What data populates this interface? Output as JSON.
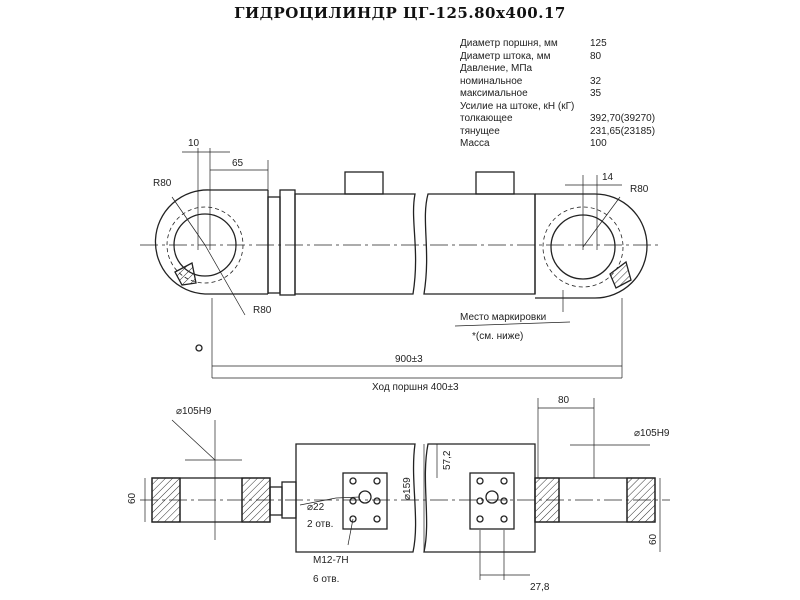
{
  "title": "ГИДРОЦИЛИНДР  ЦГ-125.80х400.17",
  "specs": [
    {
      "label": "Диаметр поршня, мм",
      "value": "125"
    },
    {
      "label": "Диаметр штока, мм",
      "value": "80"
    },
    {
      "label": "Давление, МПа",
      "value": ""
    },
    {
      "label": "номинальное",
      "value": "32"
    },
    {
      "label": "максимальное",
      "value": "35"
    },
    {
      "label": "Усилие на штоке, кН (кГ)",
      "value": ""
    },
    {
      "label": "толкающее",
      "value": "392,70(39270)"
    },
    {
      "label": "тянущее",
      "value": "231,65(23185)"
    },
    {
      "label": "Масса",
      "value": "100"
    }
  ],
  "dims": {
    "d10": "10",
    "d65": "65",
    "r80_left": "R80",
    "r80_left_bottom": "R80",
    "d14": "14",
    "r80_right": "R80",
    "marking": "Место маркировки",
    "marking_note": "*(см. ниже)",
    "length": "900±3",
    "stroke": "Ход поршня 400±3",
    "bore_left": "⌀105Н9",
    "bore_right": "⌀105Н9",
    "d80": "80",
    "d60_left": "60",
    "d60_right": "60",
    "d159": "⌀159",
    "d57": "57,2",
    "d22": "⌀22",
    "holes2": "2 отв.",
    "thread": "М12-7Н",
    "holes6": "6 отв.",
    "d27": "27,8"
  },
  "colors": {
    "line": "#222222",
    "hatch": "#333333",
    "background": "#ffffff"
  }
}
